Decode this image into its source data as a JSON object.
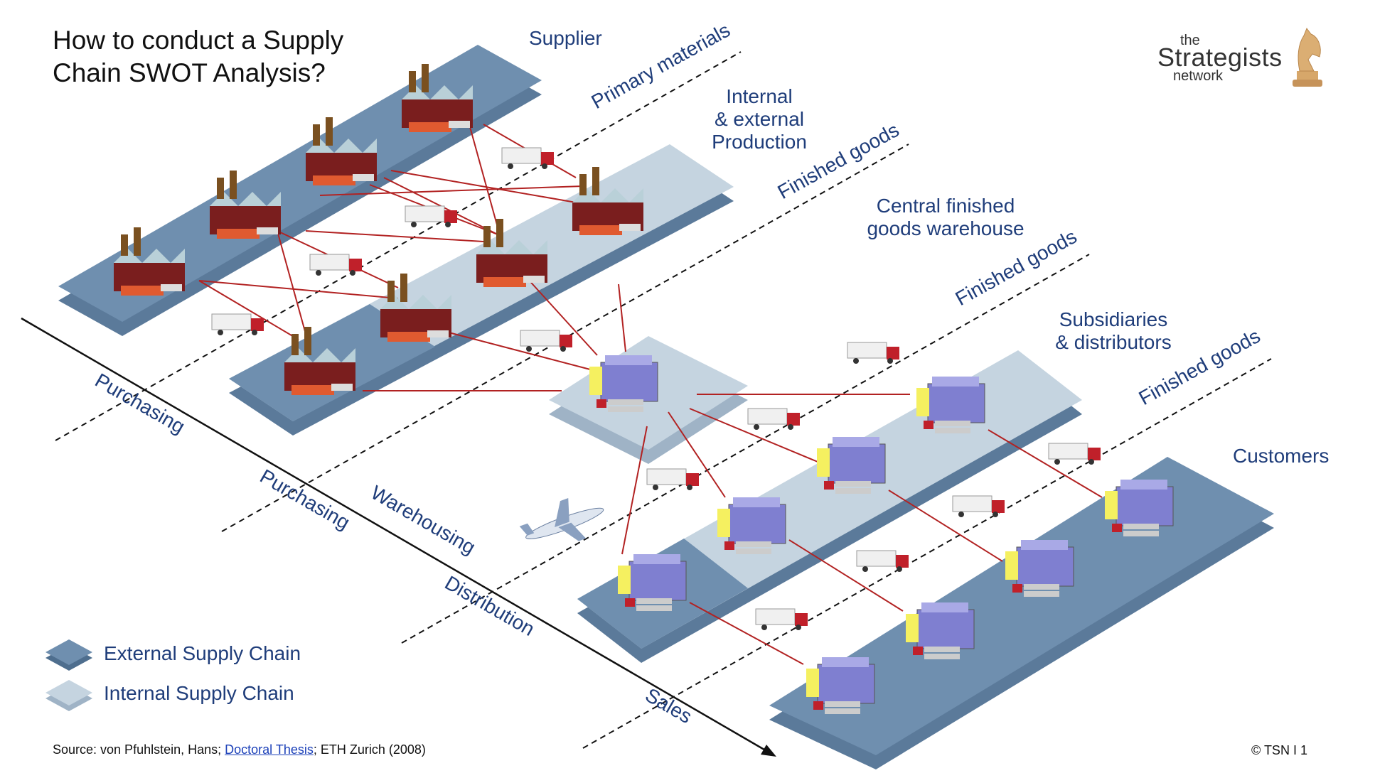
{
  "title": "How to conduct a Supply\nChain SWOT Analysis?",
  "stage_labels": {
    "supplier": "Supplier",
    "production": "Internal\n& external\nProduction",
    "central_warehouse": "Central finished\ngoods warehouse",
    "subsidiaries": "Subsidiaries\n& distributors",
    "customers": "Customers"
  },
  "flow_labels": {
    "primary_materials": "Primary materials",
    "finished_goods_1": "Finished goods",
    "finished_goods_2": "Finished goods",
    "finished_goods_3": "Finished goods"
  },
  "process_labels": {
    "purchasing_1": "Purchasing",
    "purchasing_2": "Purchasing",
    "warehousing": "Warehousing",
    "distribution": "Distribution",
    "sales": "Sales"
  },
  "legend": {
    "external": "External Supply Chain",
    "internal": "Internal Supply Chain"
  },
  "colors": {
    "external": "#6f8faf",
    "internal": "#c5d4e0",
    "text": "#1f3d7a",
    "link": "#b22222"
  },
  "footer": {
    "prefix": "Source: von Pfuhlstein, Hans; ",
    "link": "Doctoral Thesis",
    "suffix": "; ETH Zurich (2008)"
  },
  "copyright": "© TSN  I  1",
  "logo": {
    "the": "the",
    "main": "Strategists",
    "network": "network",
    "icon": "chess-knight-icon"
  }
}
